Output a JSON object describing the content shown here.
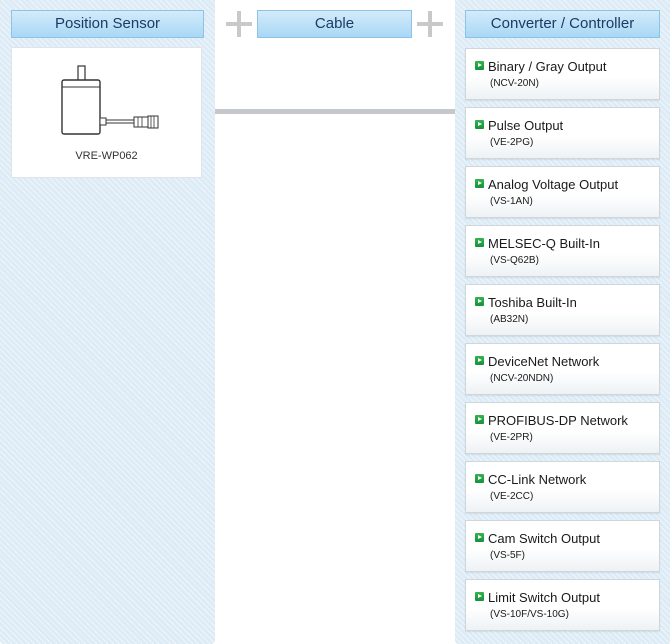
{
  "headers": {
    "sensor": "Position Sensor",
    "cable": "Cable",
    "converter": "Converter / Controller"
  },
  "sensor": {
    "model": "VRE-WP062"
  },
  "outputs": [
    {
      "label": "Binary / Gray Output",
      "code": "(NCV-20N)"
    },
    {
      "label": "Pulse Output",
      "code": "(VE-2PG)"
    },
    {
      "label": "Analog Voltage Output",
      "code": "(VS-1AN)"
    },
    {
      "label": "MELSEC-Q Built-In",
      "code": "(VS-Q62B)"
    },
    {
      "label": "Toshiba Built-In",
      "code": "(AB32N)"
    },
    {
      "label": "DeviceNet Network",
      "code": "(NCV-20NDN)"
    },
    {
      "label": "PROFIBUS-DP Network",
      "code": "(VE-2PR)"
    },
    {
      "label": "CC-Link Network",
      "code": "(VE-2CC)"
    },
    {
      "label": "Cam Switch Output",
      "code": "(VS-5F)"
    },
    {
      "label": "Limit Switch Output",
      "code": "(VS-10F/VS-10G)"
    }
  ],
  "colors": {
    "column_bg": "#dcebf5",
    "header_bg": "#b9def6",
    "header_text": "#1a3c66",
    "arrow_icon": "#1f9e44",
    "connector": "#c4c8cc"
  }
}
